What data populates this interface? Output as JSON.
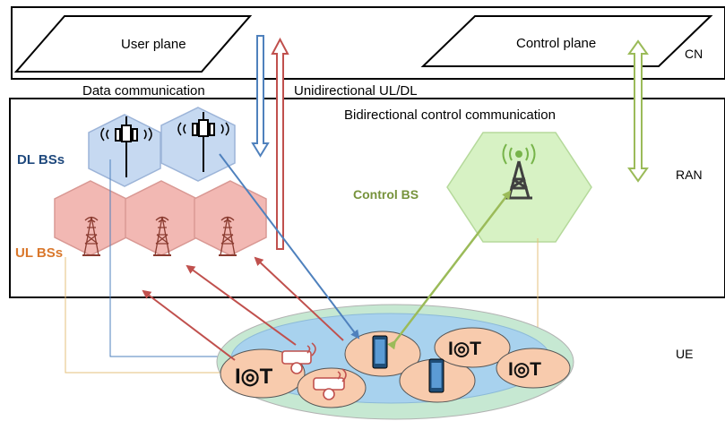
{
  "planes": {
    "user": "User plane",
    "control": "Control plane"
  },
  "layers": {
    "cn": "CN",
    "ran": "RAN",
    "ue": "UE"
  },
  "labels": {
    "data_communication": "Data communication",
    "unidirectional": "Unidirectional UL/DL",
    "bidirectional": "Bidirectional control  communication",
    "dl_bss": "DL BSs",
    "ul_bss": "UL BSs",
    "control_bs": "Control BS"
  },
  "devices": {
    "iot_label": "I◎T"
  },
  "icons": [
    "antenna-tower-icon",
    "transmission-tower-icon",
    "radio-tower-icon",
    "security-camera-icon",
    "smartphone-icon",
    "iot-icon"
  ],
  "colors": {
    "dl_blue": "#c6d9f1",
    "dl_arrow": "#4f81bd",
    "ul_red": "#f2b8b3",
    "ul_arrow": "#c0504d",
    "control_green": "#d7f2c4",
    "control_arrow": "#9bbb59",
    "dl_text": "#1f497d",
    "ul_text": "#d9772b",
    "control_text": "#77933c",
    "ue_ellipse": "#b9dfca",
    "ue_inner": "#a8cde8",
    "ue_device": "#f8cbad"
  }
}
